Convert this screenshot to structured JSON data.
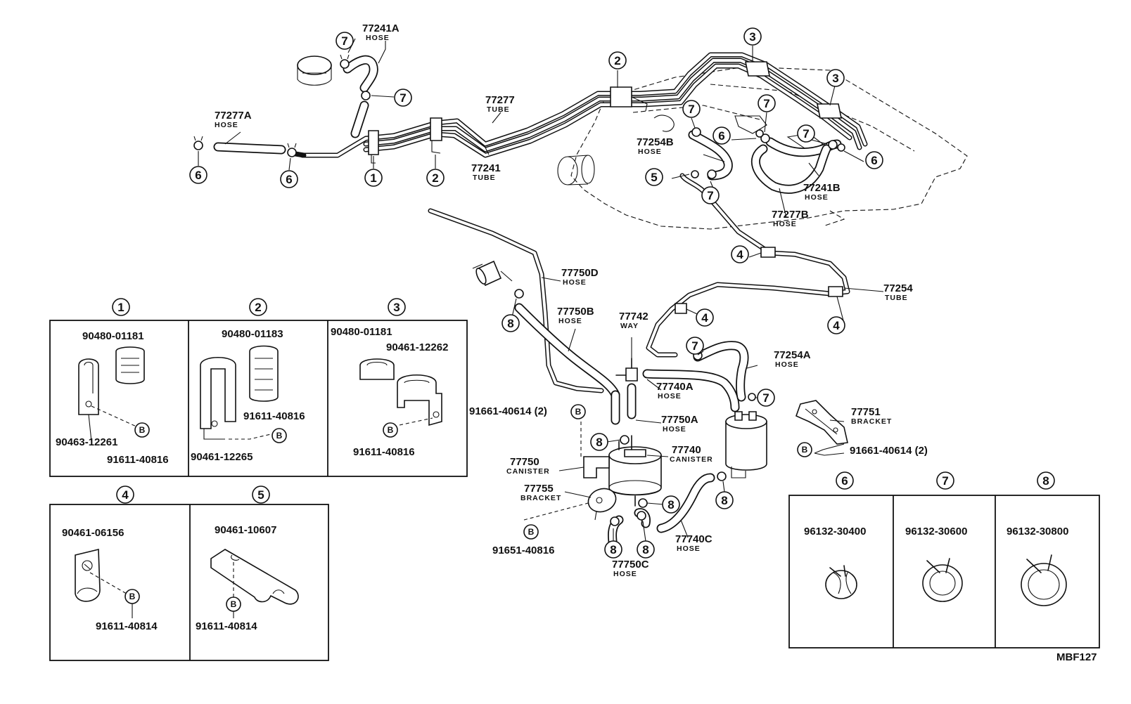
{
  "ref_code": "MBF127",
  "labels": {
    "p77241A": {
      "num": "77241A",
      "desc": "HOSE"
    },
    "p77277A": {
      "num": "77277A",
      "desc": "HOSE"
    },
    "p77277": {
      "num": "77277",
      "desc": "TUBE"
    },
    "p77241": {
      "num": "77241",
      "desc": "TUBE"
    },
    "p77254B": {
      "num": "77254B",
      "desc": "HOSE"
    },
    "p77241B": {
      "num": "77241B",
      "desc": "HOSE"
    },
    "p77277B": {
      "num": "77277B",
      "desc": "HOSE"
    },
    "p77750D": {
      "num": "77750D",
      "desc": "HOSE"
    },
    "p77750B": {
      "num": "77750B",
      "desc": "HOSE"
    },
    "p77742": {
      "num": "77742",
      "desc": "WAY"
    },
    "p77254": {
      "num": "77254",
      "desc": "TUBE"
    },
    "p77254A": {
      "num": "77254A",
      "desc": "HOSE"
    },
    "p77740A": {
      "num": "77740A",
      "desc": "HOSE"
    },
    "p77750A": {
      "num": "77750A",
      "desc": "HOSE"
    },
    "p77740": {
      "num": "77740",
      "desc": "CANISTER"
    },
    "p77750": {
      "num": "77750",
      "desc": "CANISTER"
    },
    "p77755": {
      "num": "77755",
      "desc": "BRACKET"
    },
    "p77751": {
      "num": "77751",
      "desc": "BRACKET"
    },
    "p77740C": {
      "num": "77740C",
      "desc": "HOSE"
    },
    "p77750C": {
      "num": "77750C",
      "desc": "HOSE"
    }
  },
  "bolt_refs": {
    "bolt1": "91661-40614 (2)",
    "bolt2": "91661-40614 (2)",
    "bolt3": "91651-40816"
  },
  "callouts": {
    "c1": "1",
    "c2": "2",
    "c3": "3",
    "c4": "4",
    "c5": "5",
    "c6": "6",
    "c7": "7",
    "c8": "8",
    "b": "B"
  },
  "details": [
    {
      "id": "1",
      "parts": [
        "90480-01181",
        "90463-12261",
        "91611-40816"
      ]
    },
    {
      "id": "2",
      "parts": [
        "90480-01183",
        "91611-40816",
        "90461-12265"
      ]
    },
    {
      "id": "3",
      "parts": [
        "90480-01181",
        "90461-12262",
        "91611-40816"
      ]
    },
    {
      "id": "4",
      "parts": [
        "90461-06156",
        "91611-40814"
      ]
    },
    {
      "id": "5",
      "parts": [
        "90461-10607",
        "91611-40814"
      ]
    },
    {
      "id": "6",
      "parts": [
        "96132-30400"
      ]
    },
    {
      "id": "7",
      "parts": [
        "96132-30600"
      ]
    },
    {
      "id": "8",
      "parts": [
        "96132-30800"
      ]
    }
  ]
}
